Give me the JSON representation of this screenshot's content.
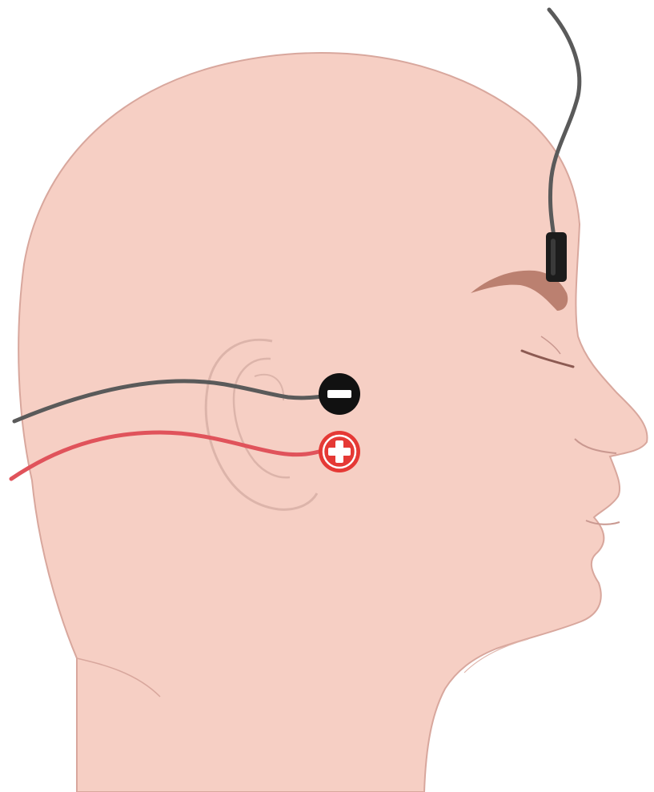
{
  "figure": {
    "subject": "head-profile",
    "facing": "right"
  },
  "colors": {
    "background": "#ffffff",
    "skin": "#f6cfc4",
    "skin_outline": "#d8a79d",
    "face_line": "#c99890",
    "ear_line": "#dcb4aa",
    "eyebrow": "#b07261",
    "gray_wire": "#5a5a5a",
    "red_wire": "#e0535b",
    "electrode_black": "#111111",
    "electrode_red": "#e53935",
    "symbol_white": "#ffffff",
    "sensor_body": "#1c1c1c"
  },
  "electrodes": [
    {
      "name": "negative-electrode",
      "polarity": "-",
      "color_key": "electrode_black",
      "location": "behind-ear-upper"
    },
    {
      "name": "positive-electrode",
      "polarity": "+",
      "color_key": "electrode_red",
      "location": "behind-ear-lower"
    }
  ],
  "sensor": {
    "name": "forehead-sensor",
    "location": "above-right-eyebrow"
  }
}
